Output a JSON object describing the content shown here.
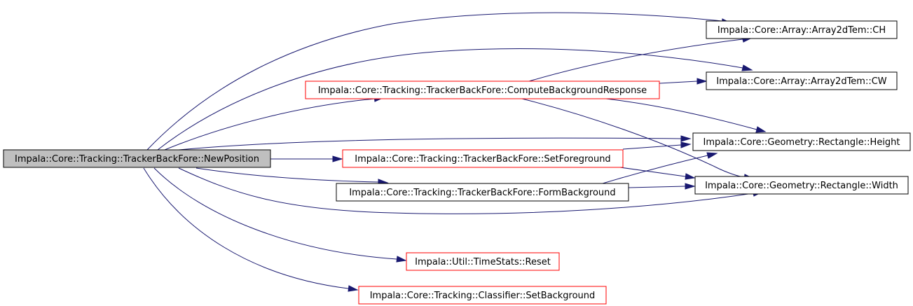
{
  "colors": {
    "edge": "#191970",
    "root_fill": "#bfbfbf",
    "root_border": "#000000",
    "linked_border": "#ff0000",
    "plain_border": "#000000",
    "node_fill": "#ffffff"
  },
  "nodes": {
    "new_position": {
      "label": "Impala::Core::Tracking::TrackerBackFore::NewPosition",
      "style": "root"
    },
    "compute_bg_response": {
      "label": "Impala::Core::Tracking::TrackerBackFore::ComputeBackgroundResponse",
      "style": "linked"
    },
    "set_foreground": {
      "label": "Impala::Core::Tracking::TrackerBackFore::SetForeground",
      "style": "linked"
    },
    "form_background": {
      "label": "Impala::Core::Tracking::TrackerBackFore::FormBackground",
      "style": "plain"
    },
    "time_stats_reset": {
      "label": "Impala::Util::TimeStats::Reset",
      "style": "linked"
    },
    "set_background": {
      "label": "Impala::Core::Tracking::Classifier::SetBackground",
      "style": "linked"
    },
    "array_ch": {
      "label": "Impala::Core::Array::Array2dTem::CH",
      "style": "plain"
    },
    "array_cw": {
      "label": "Impala::Core::Array::Array2dTem::CW",
      "style": "plain"
    },
    "rect_height": {
      "label": "Impala::Core::Geometry::Rectangle::Height",
      "style": "plain"
    },
    "rect_width": {
      "label": "Impala::Core::Geometry::Rectangle::Width",
      "style": "plain"
    }
  },
  "edges": [
    {
      "from": "new_position",
      "to": "array_ch"
    },
    {
      "from": "new_position",
      "to": "array_cw"
    },
    {
      "from": "new_position",
      "to": "compute_bg_response"
    },
    {
      "from": "new_position",
      "to": "rect_height"
    },
    {
      "from": "new_position",
      "to": "set_foreground"
    },
    {
      "from": "new_position",
      "to": "form_background"
    },
    {
      "from": "new_position",
      "to": "rect_width"
    },
    {
      "from": "new_position",
      "to": "time_stats_reset"
    },
    {
      "from": "new_position",
      "to": "set_background"
    },
    {
      "from": "compute_bg_response",
      "to": "array_ch"
    },
    {
      "from": "compute_bg_response",
      "to": "array_cw"
    },
    {
      "from": "compute_bg_response",
      "to": "rect_height"
    },
    {
      "from": "compute_bg_response",
      "to": "rect_width"
    },
    {
      "from": "set_foreground",
      "to": "rect_height"
    },
    {
      "from": "set_foreground",
      "to": "rect_width"
    },
    {
      "from": "form_background",
      "to": "rect_height"
    },
    {
      "from": "form_background",
      "to": "rect_width"
    }
  ]
}
